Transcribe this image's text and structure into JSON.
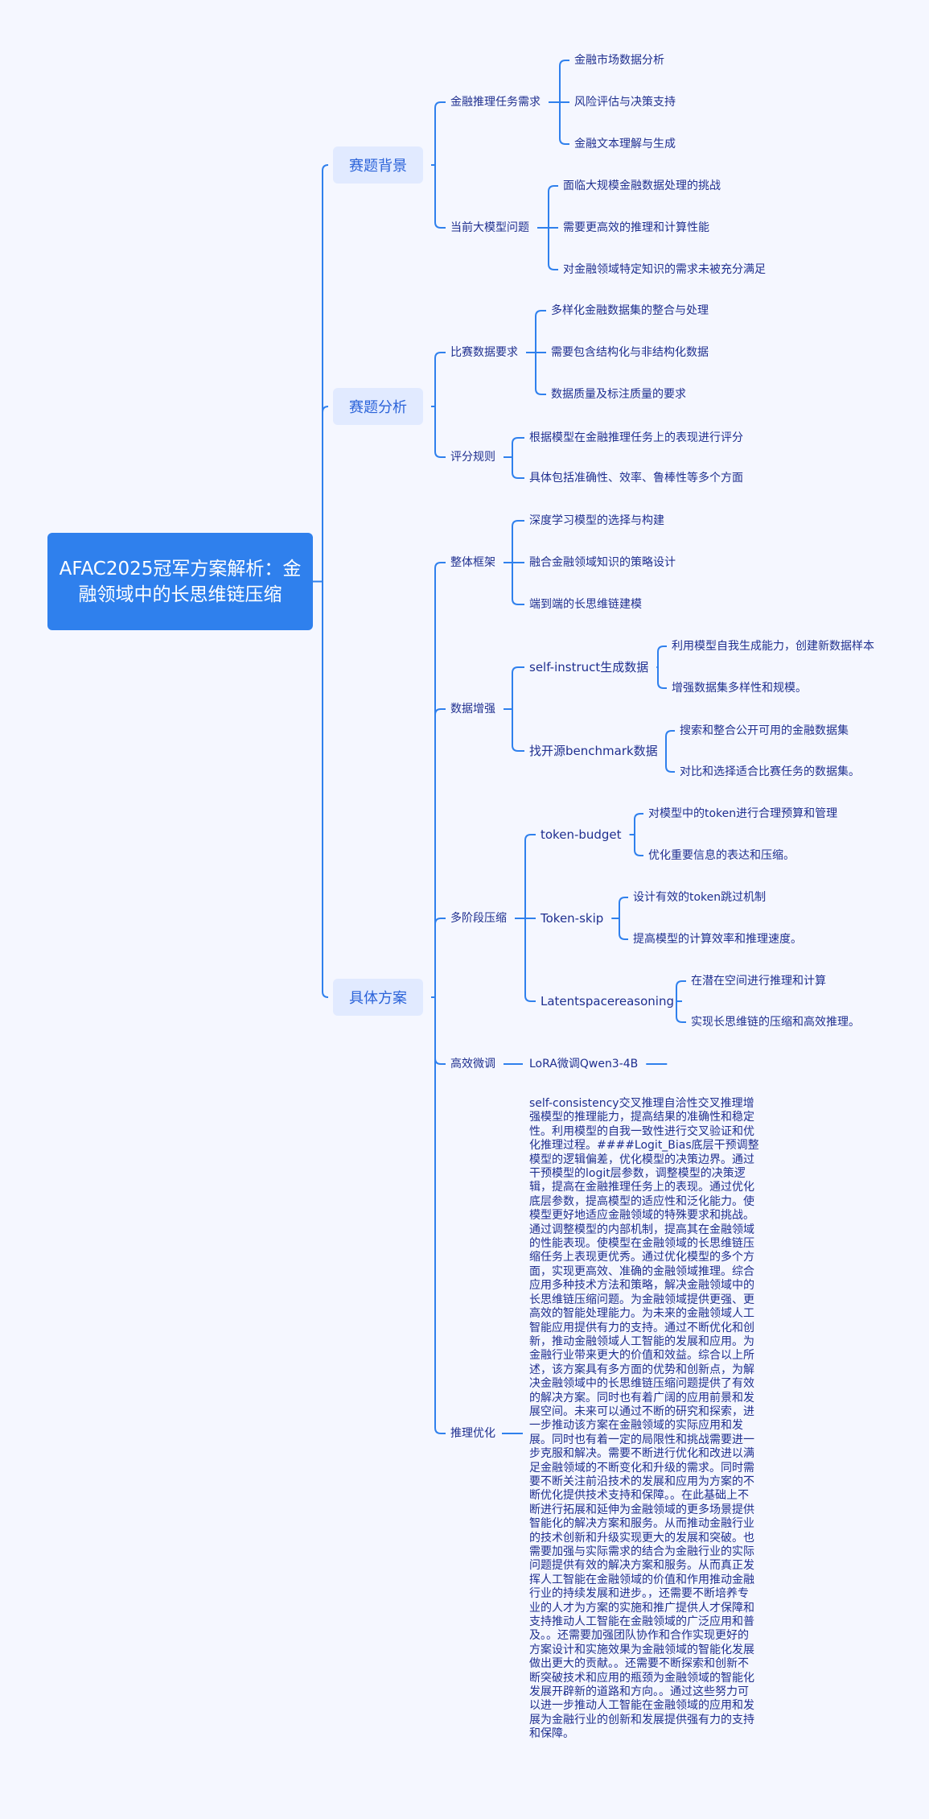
{
  "colors": {
    "line": "#2f80ed",
    "root_bg": "#2f80ed",
    "topic_bg": "#e1eaff",
    "topic_text": "#2b63d9",
    "text": "#1f2f8f",
    "background": "#f5f7ff"
  },
  "root": "AFAC2025冠军方案解析：金融领域中的长思维链压缩",
  "background": {
    "title": "赛题背景",
    "finance_task": {
      "label": "金融推理任务需求",
      "items": [
        "金融市场数据分析",
        "风险评估与决策支持",
        "金融文本理解与生成"
      ]
    },
    "llm_problems": {
      "label": "当前大模型问题",
      "items": [
        "面临大规模金融数据处理的挑战",
        "需要更高效的推理和计算性能",
        "对金融领域特定知识的需求未被充分满足"
      ]
    }
  },
  "analysis": {
    "title": "赛题分析",
    "data_req": {
      "label": "比赛数据要求",
      "items": [
        "多样化金融数据集的整合与处理",
        "需要包含结构化与非结构化数据",
        "数据质量及标注质量的要求"
      ]
    },
    "scoring": {
      "label": "评分规则",
      "items": [
        "根据模型在金融推理任务上的表现进行评分",
        "具体包括准确性、效率、鲁棒性等多个方面"
      ]
    }
  },
  "solution": {
    "title": "具体方案",
    "framework": {
      "label": "整体框架",
      "items": [
        "深度学习模型的选择与构建",
        "融合金融领域知识的策略设计",
        "端到端的长思维链建模"
      ]
    },
    "augment": {
      "label": "数据增强",
      "self_instruct": {
        "label": "self-instruct生成数据",
        "items": [
          "利用模型自我生成能力，创建新数据样本",
          "增强数据集多样性和规模。"
        ]
      },
      "benchmark": {
        "label": "找开源benchmark数据",
        "items": [
          "搜索和整合公开可用的金融数据集",
          "对比和选择适合比赛任务的数据集。"
        ]
      }
    },
    "compress": {
      "label": "多阶段压缩",
      "budget": {
        "label": "token-budget",
        "items": [
          "对模型中的token进行合理预算和管理",
          "优化重要信息的表达和压缩。"
        ]
      },
      "skip": {
        "label": "Token-skip",
        "items": [
          "设计有效的token跳过机制",
          "提高模型的计算效率和推理速度。"
        ]
      },
      "latent": {
        "label": "Latentspacereasoning",
        "items": [
          "在潜在空间进行推理和计算",
          "实现长思维链的压缩和高效推理。"
        ]
      }
    },
    "finetune": {
      "label": "高效微调",
      "item": "LoRA微调Qwen3-4B"
    },
    "reasoning": {
      "label": "推理优化",
      "text": "self-consistency交叉推理自洽性交叉推理增强模型的推理能力，提高结果的准确性和稳定性。利用模型的自我一致性进行交叉验证和优化推理过程。####Logit_Bias底层干预调整模型的逻辑偏差，优化模型的决策边界。通过干预模型的logit层参数，调整模型的决策逻辑，提高在金融推理任务上的表现。通过优化底层参数，提高模型的适应性和泛化能力。使模型更好地适应金融领域的特殊要求和挑战。通过调整模型的内部机制，提高其在金融领域的性能表现。使模型在金融领域的长思维链压缩任务上表现更优秀。通过优化模型的多个方面，实现更高效、准确的金融领域推理。综合应用多种技术方法和策略，解决金融领域中的长思维链压缩问题。为金融领域提供更强、更高效的智能处理能力。为未来的金融领域人工智能应用提供有力的支持。通过不断优化和创新，推动金融领域人工智能的发展和应用。为金融行业带来更大的价值和效益。综合以上所述，该方案具有多方面的优势和创新点，为解决金融领域中的长思维链压缩问题提供了有效的解决方案。同时也有着广阔的应用前景和发展空间。未来可以通过不断的研究和探索，进一步推动该方案在金融领域的实际应用和发展。同时也有着一定的局限性和挑战需要进一步克服和解决。需要不断进行优化和改进以满足金融领域的不断变化和升级的需求。同时需要不断关注前沿技术的发展和应用为方案的不断优化提供技术支持和保障。。在此基础上不断进行拓展和延伸为金融领域的更多场景提供智能化的解决方案和服务。从而推动金融行业的技术创新和升级实现更大的发展和突破。也需要加强与实际需求的结合为金融行业的实际问题提供有效的解决方案和服务。从而真正发挥人工智能在金融领域的价值和作用推动金融行业的持续发展和进步。，还需要不断培养专业的人才为方案的实施和推广提供人才保障和支持推动人工智能在金融领域的广泛应用和普及。。还需要加强团队协作和合作实现更好的方案设计和实施效果为金融领域的智能化发展做出更大的贡献。。还需要不断探索和创新不断突破技术和应用的瓶颈为金融领域的智能化发展开辟新的道路和方向。。通过这些努力可以进一步推动人工智能在金融领域的应用和发展为金融行业的创新和发展提供强有力的支持和保障。"
    }
  }
}
